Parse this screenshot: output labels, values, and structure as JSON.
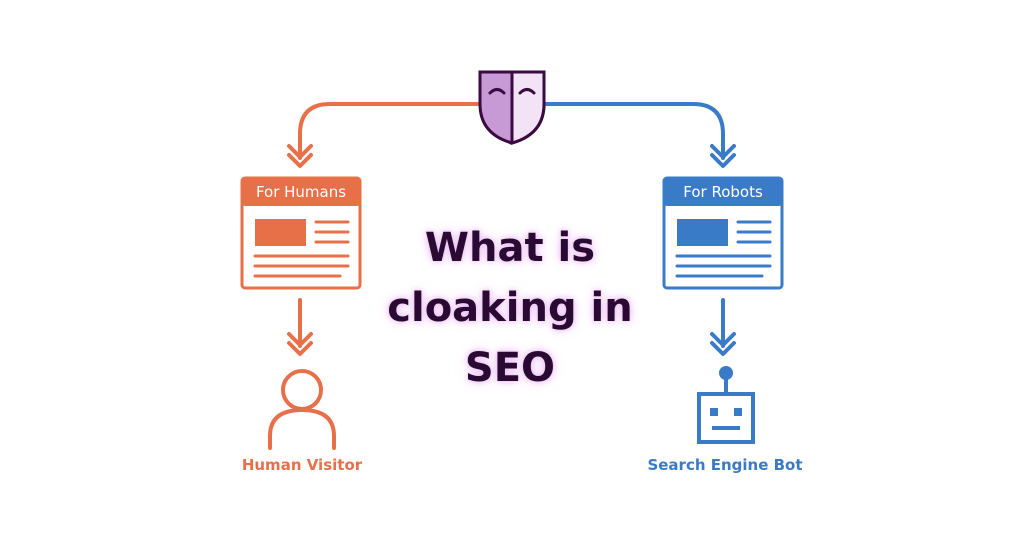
{
  "title": {
    "lines": [
      "What is",
      "cloaking in",
      "SEO"
    ]
  },
  "left_branch": {
    "page_label": "For Humans",
    "caption": "Human Visitor",
    "color": "#e87048"
  },
  "right_branch": {
    "page_label": "For Robots",
    "caption": "Search Engine Bot",
    "color": "#3a7bc8"
  },
  "mask": {
    "icon": "theater-mask-icon",
    "color": "#b06ac8",
    "outline": "#3a0a40"
  },
  "icons": [
    "human-visitor-icon",
    "robot-icon"
  ]
}
